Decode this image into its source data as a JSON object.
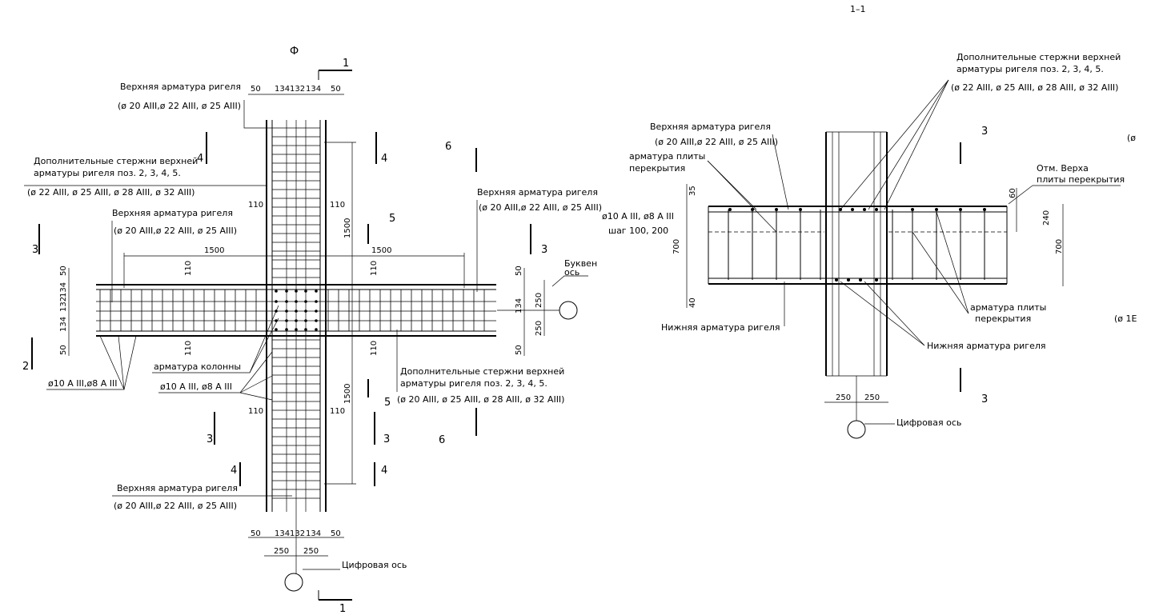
{
  "section_title": "1–1",
  "plan": {
    "axis_letter_mark": "Ф",
    "top_rebar_label": "Верхняя арматура ригеля",
    "top_rebar_spec": "(ø 20 AIII,ø 22 AIII, ø 25 AIII)",
    "extra_bars_line1": "Дополнительные стержни верхней",
    "extra_bars_line2": "арматуры ригеля поз. 2, 3, 4, 5.",
    "extra_bars_spec": "(ø 22 AIII, ø 25 AIII, ø 28 AIII, ø 32 AIII)",
    "right_top_rebar_label": "Верхняя арматура ригеля",
    "right_top_rebar_spec": "(ø 20 AIII,ø 22 AIII, ø 25 AIII)",
    "left_top_rebar_label": "Верхняя арматура ригеля",
    "left_top_rebar_spec": "(ø 20 AIII,ø 22 AIII, ø 25 AIII)",
    "column_rebar_label": "арматура колонны",
    "stirrup_label_1": "ø10 A III, ø8 A III",
    "stirrup_label_2": "ø10 A III,ø8 A III",
    "extra_bars2_line1": "Дополнительные стержни верхней",
    "extra_bars2_line2": "арматуры ригеля поз. 2, 3, 4, 5.",
    "extra_bars2_spec": "(ø 20 AIII, ø 25 AIII, ø 28 AIII, ø 32 AIII)",
    "bottom_top_rebar_label": "Верхняя арматура ригеля",
    "bottom_top_rebar_spec": "(ø 20 AIII,ø 22 AIII, ø 25 AIII)",
    "letter_axis_label_1": "Буквен",
    "letter_axis_label_2": "ось",
    "digit_axis_label": "Цифровая ось",
    "dims": {
      "d50": "50",
      "d134": "134",
      "d132": "132",
      "d110": "110",
      "d1500": "1500",
      "d250": "250"
    },
    "section_marks": [
      "1",
      "2",
      "3",
      "4",
      "5",
      "6"
    ]
  },
  "section": {
    "extra_bars_line1": "Дополнительные стержни верхней",
    "extra_bars_line2": "арматуры ригеля поз. 2, 3, 4, 5.",
    "extra_bars_spec": "(ø 22 AIII, ø 25 AIII, ø 28 AIII, ø 32 AIII)",
    "top_rebar_label": "Верхняя арматура ригеля",
    "top_rebar_spec": "(ø 20 AIII,ø 22 AIII, ø 25 AIII)",
    "slab_rebar_line1": "арматура плиты",
    "slab_rebar_line2": "перекрытия",
    "stirrup_spec": "ø10 A III, ø8 A III",
    "step_spec": "шаг 100, 200",
    "top_slab_mark_1": "Отм. Верха",
    "top_slab_mark_2": "плиты перекрытия",
    "bottom_rebar_label": "Нижняя арматура ригеля",
    "slab_rebar2_line1": "арматура плиты",
    "slab_rebar2_line2": "перекрытия",
    "bottom_rebar2_label": "Нижняя арматура ригеля",
    "digit_axis_label": "Цифровая ось",
    "edge_fragment_1": "(ø",
    "edge_fragment_2": "(ø 1Е",
    "dims": {
      "d35": "35",
      "d700": "700",
      "d40": "40",
      "d60": "60",
      "d240": "240",
      "d250": "250"
    },
    "section_mark": "3"
  }
}
